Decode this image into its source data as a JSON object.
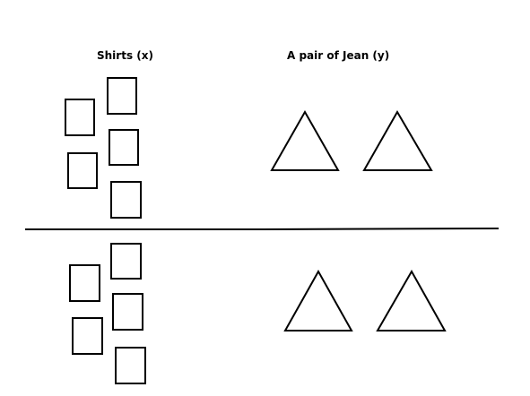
{
  "labels": {
    "shirts": "Shirts (x)",
    "jeans": "A pair of Jean (y)"
  },
  "groups": {
    "top": {
      "shirts_count": 5,
      "jeans_count": 2
    },
    "bottom": {
      "shirts_count": 5,
      "jeans_count": 2
    }
  },
  "colors": {
    "stroke": "#000000",
    "background": "#ffffff"
  }
}
